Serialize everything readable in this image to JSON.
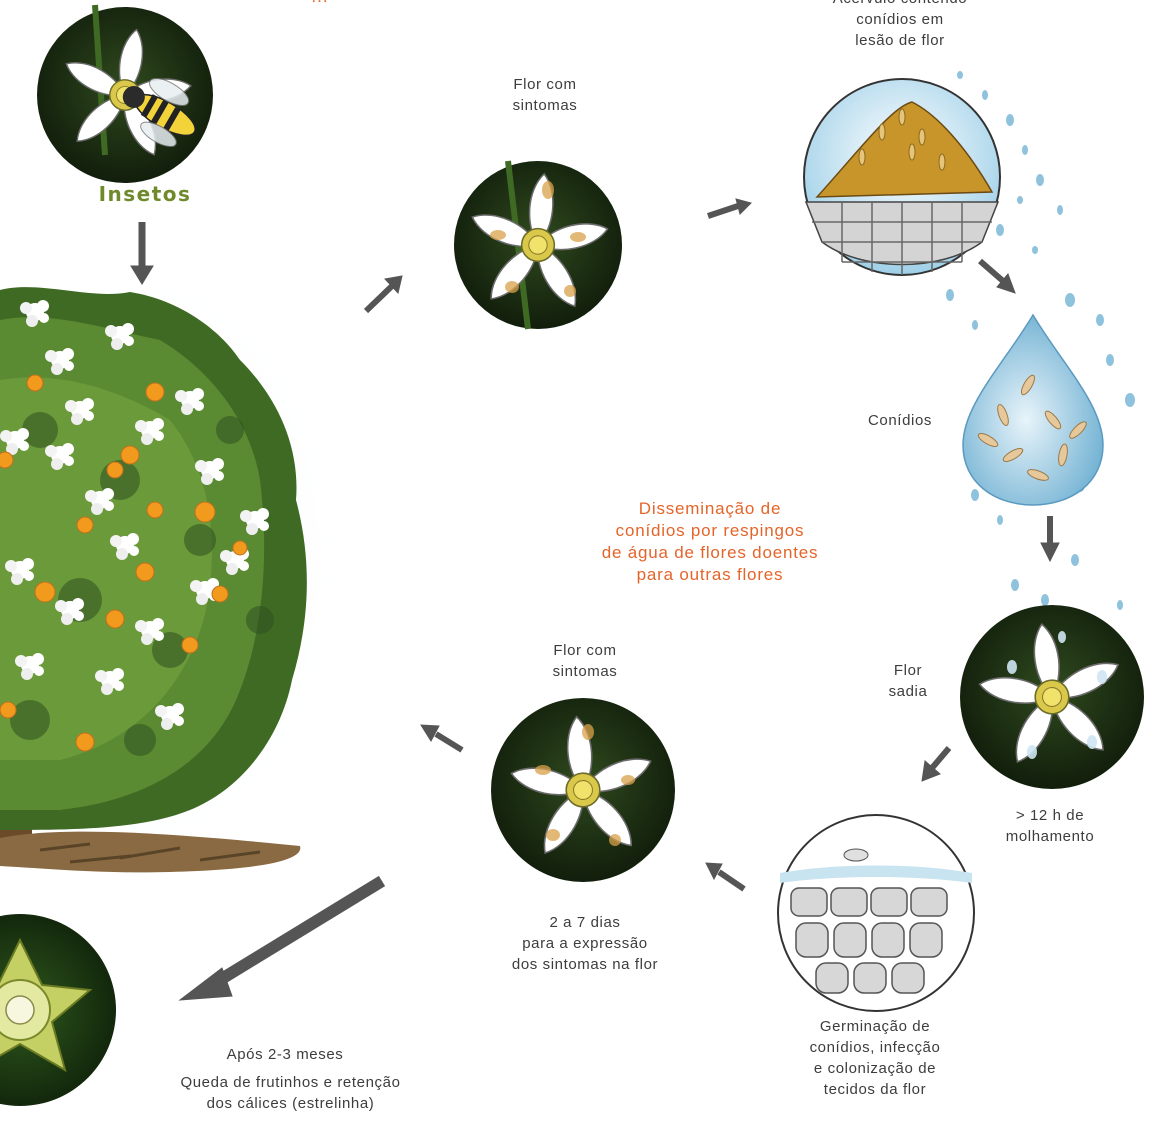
{
  "title_fragment": "...",
  "labels": {
    "insetos": "Insetos",
    "acervulo": [
      "Acérvulo contendo",
      "conídios em",
      "lesão de flor"
    ],
    "flor_sintomas_top": [
      "Flor com",
      "sintomas"
    ],
    "conidios": "Conídios",
    "disseminacao": [
      "Disseminação de",
      "conídios por respingos",
      "de água de flores doentes",
      "para outras flores"
    ],
    "flor_sadia": [
      "Flor",
      "sadia"
    ],
    "molhamento": [
      "> 12 h de",
      "molhamento"
    ],
    "flor_sintomas_bottom": [
      "Flor com",
      "sintomas"
    ],
    "dias": [
      "2 a 7 dias",
      "para a expressão",
      "dos sintomas na flor"
    ],
    "germinacao": [
      "Germinação de",
      "conídios, infecção",
      "e colonização de",
      "tecidos da flor"
    ],
    "apos": "Após 2-3 meses",
    "queda": [
      "Queda de frutinhos e retenção",
      "dos cálices (estrelinha)"
    ]
  },
  "colors": {
    "accent_orange": "#e4652a",
    "insetos_green": "#6f8a2a",
    "arrow_gray": "#555555",
    "foliage": "#4f7a2e",
    "fruit": "#f29a1e",
    "water": "#8fc2dc"
  },
  "icons": [
    "bee-icon",
    "flower-icon",
    "lesion-icon",
    "water-drop-icon",
    "tree-icon",
    "calyx-icon"
  ]
}
